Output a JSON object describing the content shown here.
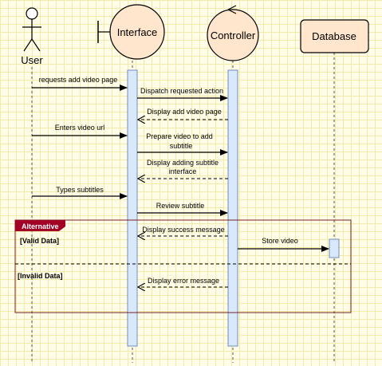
{
  "participants": {
    "user": "User",
    "interface": "Interface",
    "controller": "Controller",
    "database": "Database"
  },
  "messages": [
    "requests add video page",
    "Dispatch requested action",
    "Display add video page",
    "Enters video url",
    "Prepare video to add",
    "subtitle",
    "Display adding subtitle",
    "interface",
    "Types subtitles",
    "Review subtitle",
    "Display success message",
    "Store  video",
    "Display error message"
  ],
  "fragment": {
    "operator": "Alternative",
    "guard_valid": "[Valid Data]",
    "guard_invalid": "[Invalid Data]"
  },
  "colors": {
    "participant_fill": "#ffe6cc",
    "activation_fill": "#dae8fc",
    "activation_stroke": "#6c8ebf",
    "fragment_border": "#7a1f1f",
    "fragment_tag": "#a20025"
  }
}
